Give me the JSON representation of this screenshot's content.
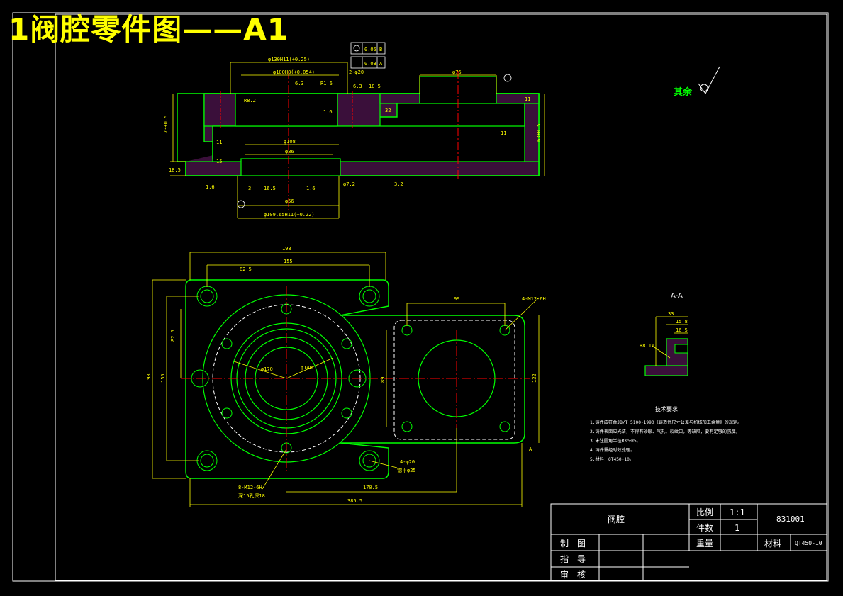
{
  "title": "1阀腔零件图——A1",
  "roughness_note": "其余",
  "section_label": "A-A",
  "top_view_dims": {
    "d1": "φ130H11(+0.25)",
    "d2": "φ100H8(+0.054)",
    "d3": "2-φ20",
    "d4": "φ76",
    "r1": "R8.2",
    "r2": "R1.6",
    "r3": "6.3",
    "r4": "6.3",
    "h1": "18.5",
    "h2": "32",
    "h3": "1.6",
    "v1": "73±0.5",
    "v2": "63±0.5",
    "v3": "11",
    "v4": "11",
    "v5": "11",
    "v6": "18.5",
    "v7": "15",
    "d5": "φ108",
    "d6": "φ86",
    "d7": "φ56",
    "d8": "φ109.65H11(+0.22)",
    "d9": "φ7.2",
    "r5": "1.6",
    "r6": "1.6",
    "h4": "3.2",
    "h5": "16.5",
    "h6": "3",
    "tol1": "0.05",
    "tol2": "0.03",
    "datum_b": "B",
    "datum_a": "A"
  },
  "plan_view_dims": {
    "w1": "198",
    "w2": "155",
    "w3": "82.5",
    "h1": "198",
    "h2": "155",
    "h3": "82.5",
    "d1": "φ170",
    "d2": "φ140",
    "w4": "99",
    "w5": "170.5",
    "w6": "385.5",
    "h4": "89",
    "h5": "132",
    "c1": "4-M12-6H",
    "c2": "4-φ20",
    "c3": "锪平φ25",
    "c4": "8-M12-6H",
    "c5": "深15孔深18",
    "mark_a": "A"
  },
  "section_dims": {
    "a": "33",
    "b": "15.8",
    "c": "16.5",
    "d": "R8.16"
  },
  "tech_requirements": {
    "heading": "技术要求",
    "items": [
      "1.铸件应符合JB/T 5100-1990《铸造件尺寸公差与机械加工余量》的规定。",
      "2.铸件表面应光洁，不得有砂眼、气孔、裂纹口，等缺陷，要有足够的强度。",
      "3.未注圆角半径R3～R5。",
      "4.铸件需经时效处理。",
      "5.材料：QT450-10。"
    ]
  },
  "title_block": {
    "part_name": "阀腔",
    "scale_label": "比例",
    "scale_value": "1:1",
    "qty_label": "件数",
    "qty_value": "1",
    "drawing_no": "831001",
    "weight_label": "重量",
    "material_label": "材料",
    "material_value": "QT450-10",
    "drawn_label": "制　图",
    "guide_label": "指　导",
    "review_label": "审　核"
  },
  "colors": {
    "background": "#000000",
    "outline": "#00ff00",
    "dimension": "#ffff00",
    "hatch": "#cc33cc",
    "centerline": "#ff0000",
    "frame": "#ffffff",
    "hidden": "#ffffff"
  }
}
